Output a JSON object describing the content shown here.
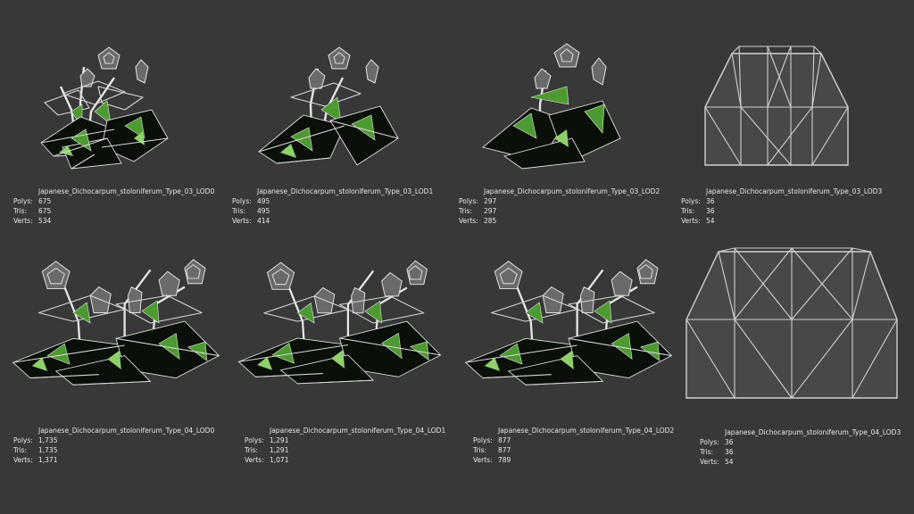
{
  "stat_labels": {
    "polys": "Polys:",
    "tris": "Tris:",
    "verts": "Verts:"
  },
  "rows": [
    {
      "cells": [
        {
          "name": "Japanese_Dichocarpum_stoloniferum_Type_03_LOD0",
          "polys": "675",
          "tris": "675",
          "verts": "534"
        },
        {
          "name": "Japanese_Dichocarpum_stoloniferum_Type_03_LOD1",
          "polys": "495",
          "tris": "495",
          "verts": "414"
        },
        {
          "name": "Japanese_Dichocarpum_stoloniferum_Type_03_LOD2",
          "polys": "297",
          "tris": "297",
          "verts": "285"
        },
        {
          "name": "Japanese_Dichocarpum_stoloniferum_Type_03_LOD3",
          "polys": "36",
          "tris": "36",
          "verts": "54"
        }
      ]
    },
    {
      "cells": [
        {
          "name": "Japanese_Dichocarpum_stoloniferum_Type_04_LOD0",
          "polys": "1,735",
          "tris": "1,735",
          "verts": "1,371"
        },
        {
          "name": "Japanese_Dichocarpum_stoloniferum_Type_04_LOD1",
          "polys": "1,291",
          "tris": "1,291",
          "verts": "1,071"
        },
        {
          "name": "Japanese_Dichocarpum_stoloniferum_Type_04_LOD2",
          "polys": "877",
          "tris": "877",
          "verts": "789"
        },
        {
          "name": "Japanese_Dichocarpum_stoloniferum_Type_04_LOD3",
          "polys": "36",
          "tris": "36",
          "verts": "54"
        }
      ]
    }
  ]
}
